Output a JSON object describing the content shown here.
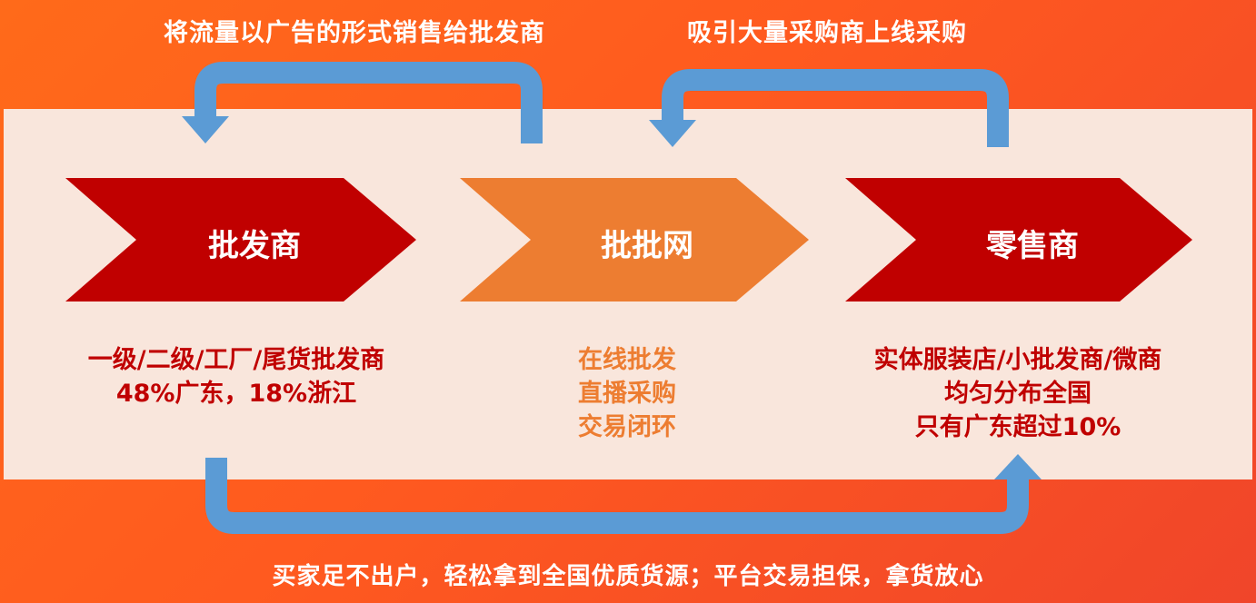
{
  "top_left_label": "将流量以广告的形式销售给批发商",
  "top_right_label": "吸引大量采购商上线采购",
  "bottom_label": "买家足不出户，轻松拿到全国优质货源；平台交易担保，拿货放心",
  "stages": [
    {
      "name": "批发商",
      "color": "#c00000",
      "desc": [
        "一级/二级/工厂/尾货批发商",
        "48%广东，18%浙江"
      ],
      "desc_color": "#c00000"
    },
    {
      "name": "批批网",
      "color": "#ed7d31",
      "desc": [
        "在线批发",
        "直播采购",
        "交易闭环"
      ],
      "desc_color": "#ed7d31"
    },
    {
      "name": "零售商",
      "color": "#c00000",
      "desc": [
        "实体服装店/小批发商/微商",
        "均匀分布全国",
        "只有广东超过10%"
      ],
      "desc_color": "#c00000"
    }
  ],
  "arrow_color": "#5b9bd5"
}
